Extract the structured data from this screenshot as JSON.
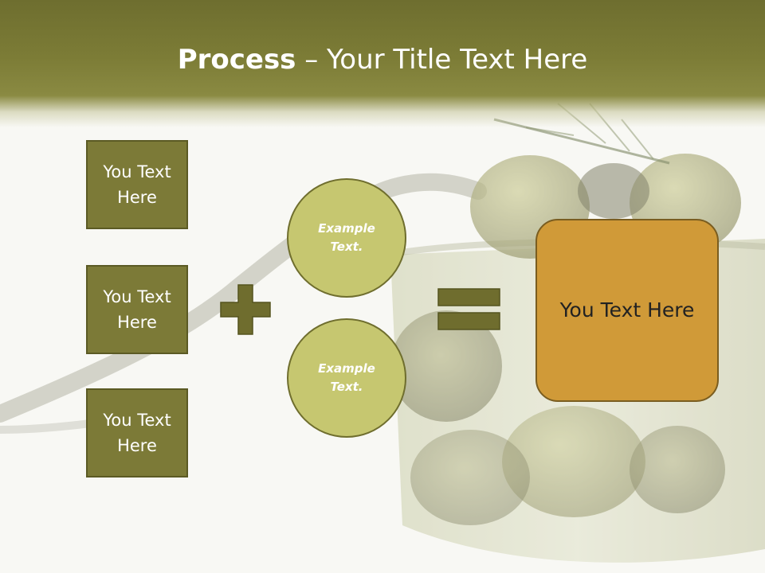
{
  "slide": {
    "title_bold": "Process",
    "title_rest": " – Your Title Text Here",
    "input_boxes": [
      {
        "label": "You Text Here"
      },
      {
        "label": "You Text Here"
      },
      {
        "label": "You Text Here"
      }
    ],
    "circles": [
      {
        "label": "Example Text."
      },
      {
        "label": "Example Text."
      }
    ],
    "result_label": "You Text Here"
  },
  "colors": {
    "title_band": "#7c7c36",
    "box_fill": "#7c7a37",
    "circle_fill": "#c6c770",
    "result_fill": "#d09a38",
    "operator_fill": "#6f6d2e"
  },
  "icons": {
    "operator_plus": "plus-icon",
    "operator_equals": "equals-icon",
    "background": "olive-jar-photo"
  }
}
